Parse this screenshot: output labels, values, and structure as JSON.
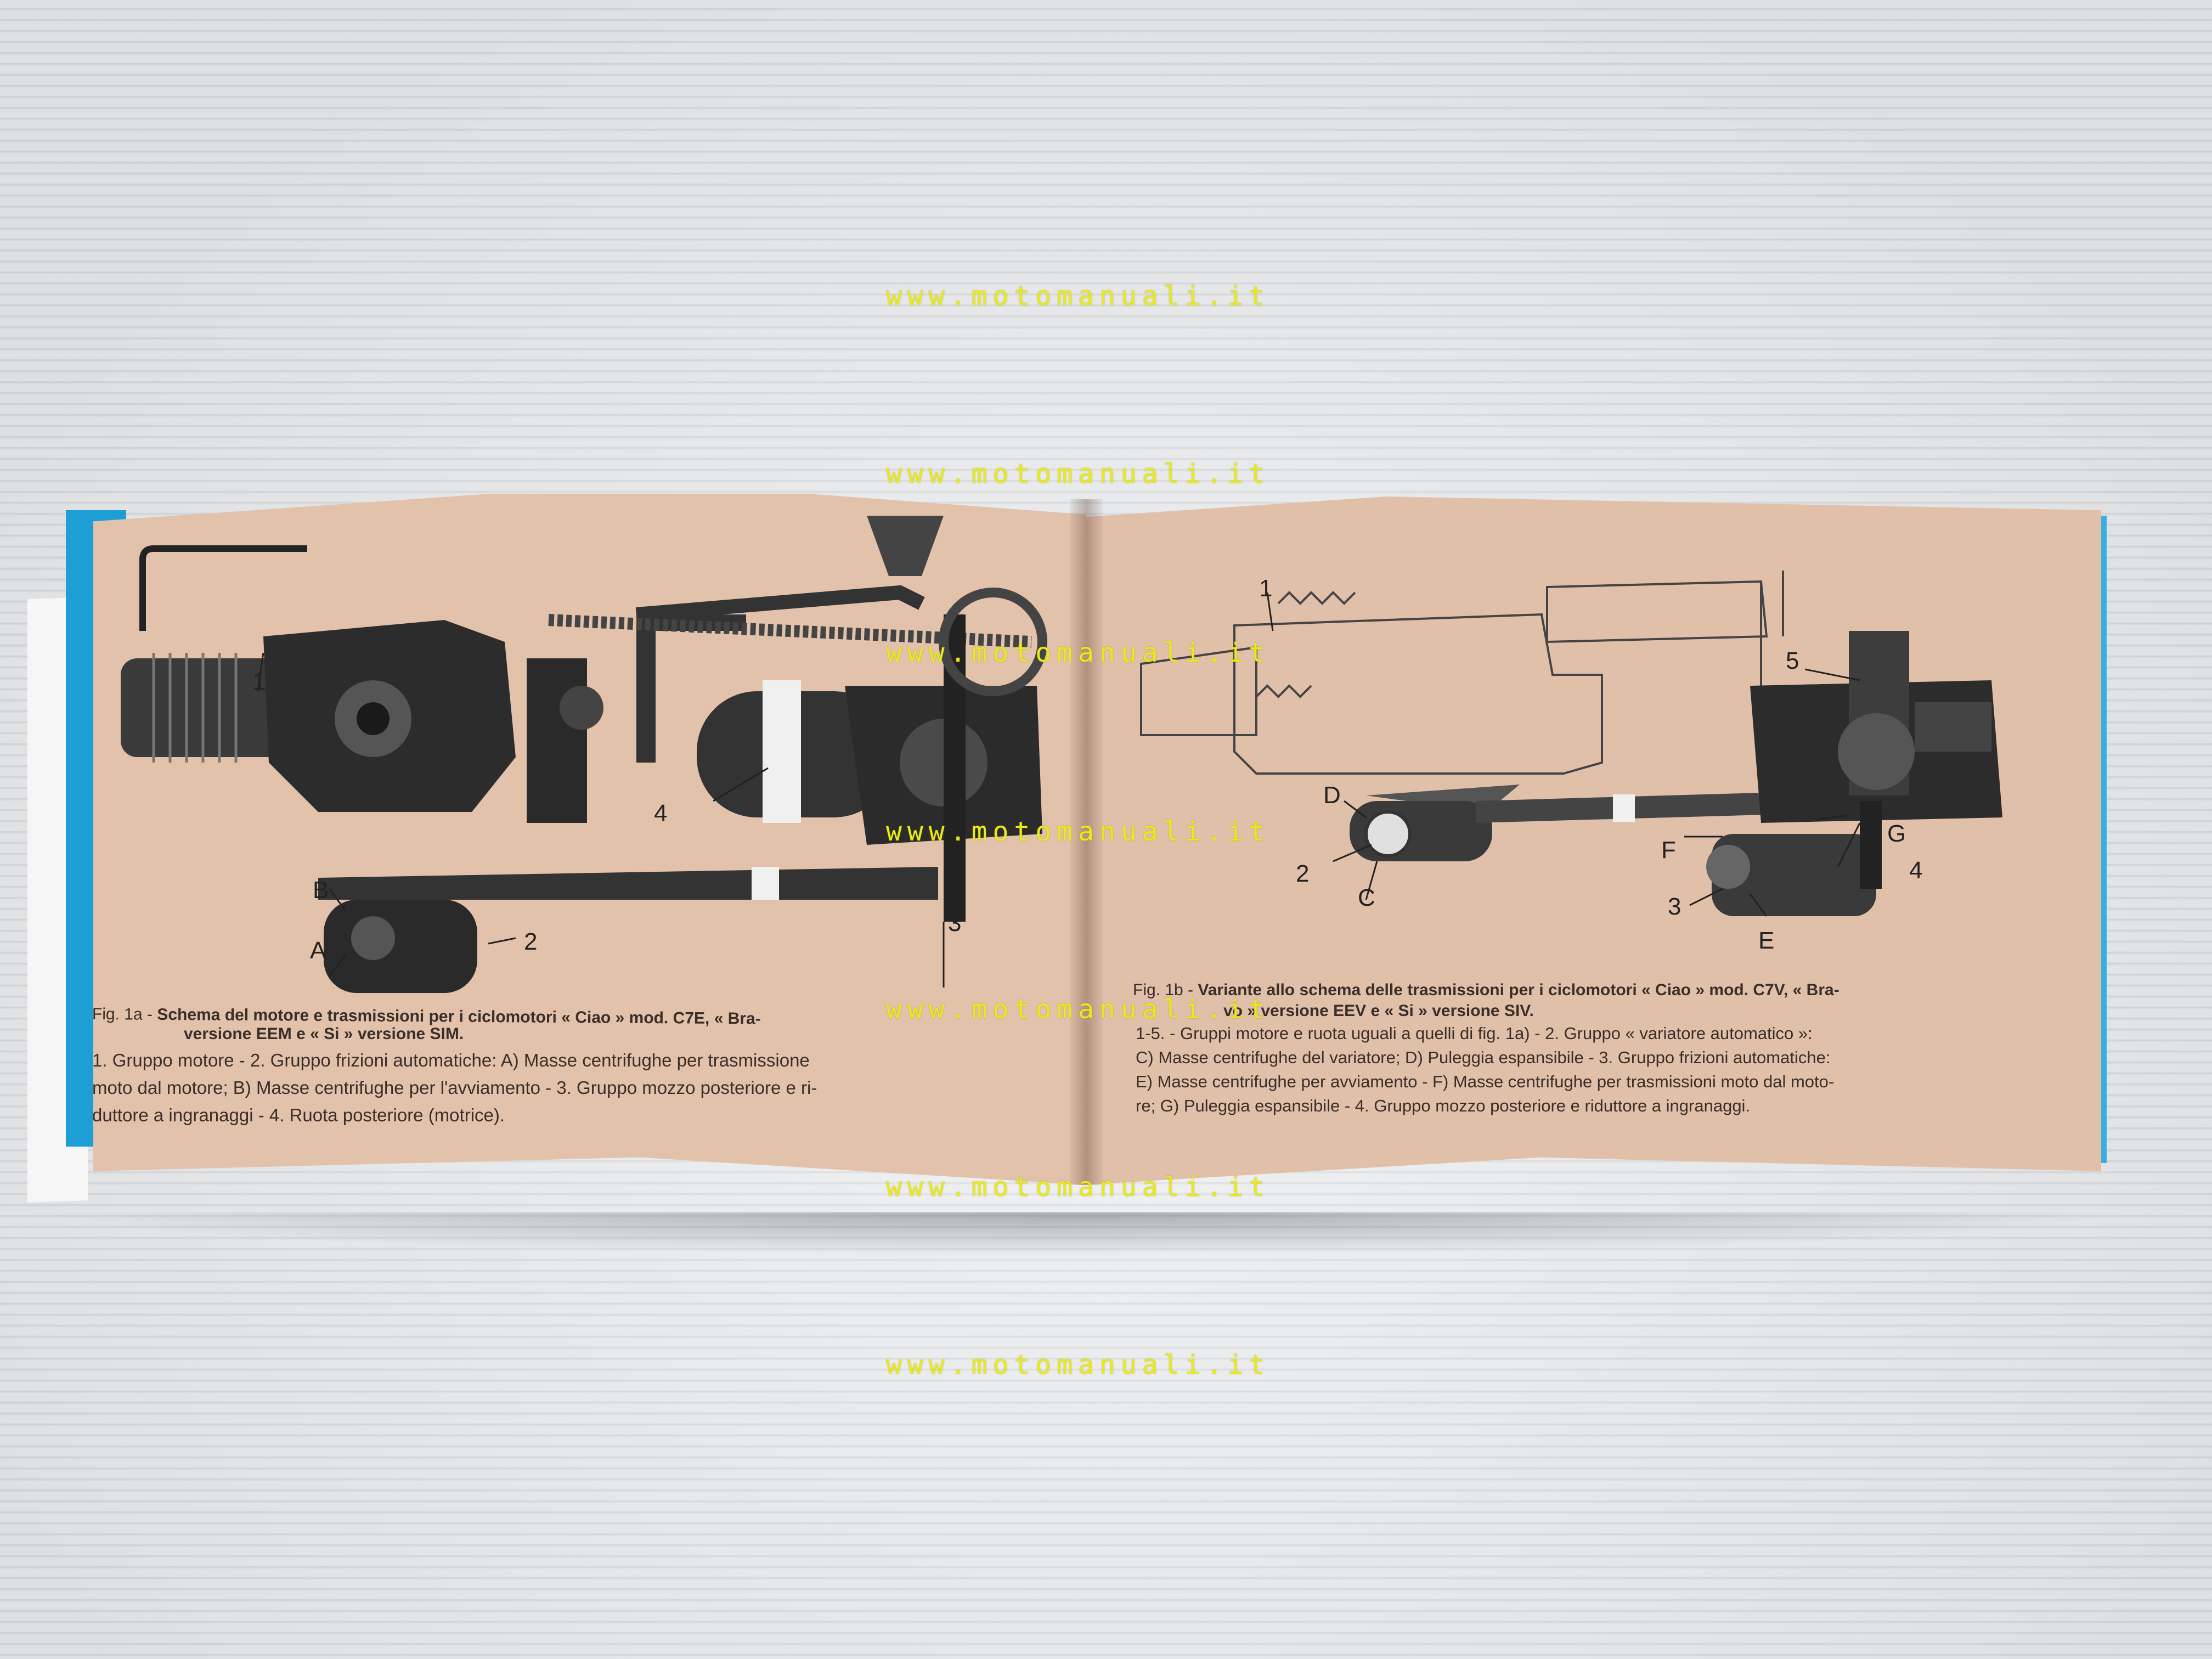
{
  "watermark": "www.motomanuali.it",
  "colors": {
    "page": "#e3c2ac",
    "cover_blue": "#1d9fd6",
    "watermark": "#eaea1a"
  },
  "left_page": {
    "fig_label": "Fig. 1a - ",
    "fig_title_1": "Schema del motore e trasmissioni per i ciclomotori « Ciao » mod. C7E, « Bra-",
    "fig_title_2": "versione EEM e « Si » versione SIM.",
    "legend_1": "1. Gruppo motore - 2. Gruppo frizioni automatiche: A) Masse centrifughe per trasmissione",
    "legend_2": "moto dal motore; B) Masse centrifughe per l'avviamento - 3. Gruppo mozzo posteriore e ri-",
    "legend_3": "duttore a ingranaggi - 4. Ruota posteriore (motrice).",
    "labels": [
      "1",
      "2",
      "3",
      "4",
      "A",
      "B"
    ]
  },
  "right_page": {
    "fig_label": "Fig. 1b - ",
    "fig_title_1": "Variante allo schema delle trasmissioni per i ciclomotori « Ciao » mod. C7V, « Bra-",
    "fig_title_2": "vo » versione EEV e « Si » versione SIV.",
    "legend_1": "1-5. - Gruppi motore e ruota uguali a quelli di fig. 1a) - 2. Gruppo « variatore automatico »:",
    "legend_2": "C) Masse centrifughe del variatore; D) Puleggia espansibile - 3. Gruppo frizioni automatiche:",
    "legend_3": "E) Masse centrifughe per avviamento - F) Masse centrifughe per trasmissioni moto dal moto-",
    "legend_4": "re; G) Puleggia espansibile - 4. Gruppo mozzo posteriore e riduttore a ingranaggi.",
    "labels": [
      "1",
      "2",
      "3",
      "4",
      "5",
      "C",
      "D",
      "E",
      "F",
      "G"
    ]
  }
}
